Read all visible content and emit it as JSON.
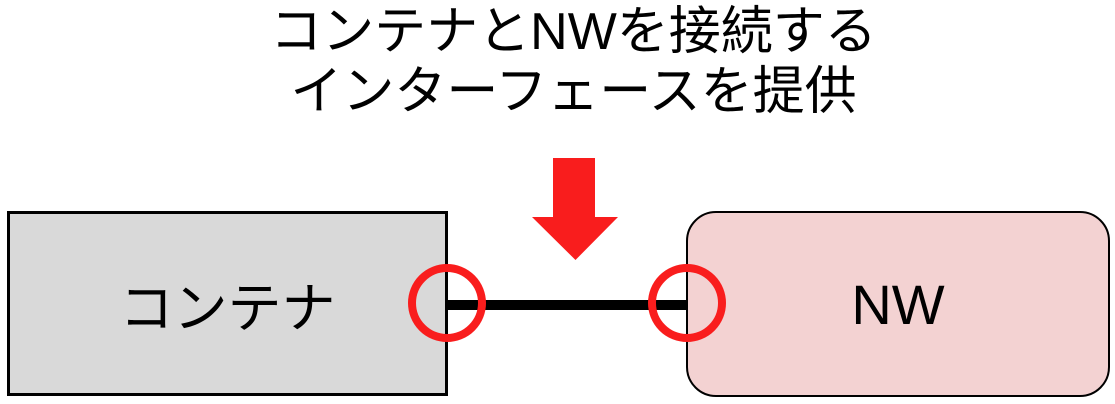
{
  "title": {
    "line1": "コンテナとNWを接続する",
    "line2": "インターフェースを提供"
  },
  "boxes": {
    "container": {
      "label": "コンテナ"
    },
    "network": {
      "label": "NW"
    }
  },
  "icons": {
    "arrow": "arrow-down-icon",
    "connection_marker": "red-ring-circle"
  },
  "colors": {
    "red": "#f91d1d",
    "container_fill": "#d9d9d9",
    "network_fill": "#f3d2d2",
    "line": "#000000",
    "text": "#000000",
    "background": "#ffffff"
  }
}
